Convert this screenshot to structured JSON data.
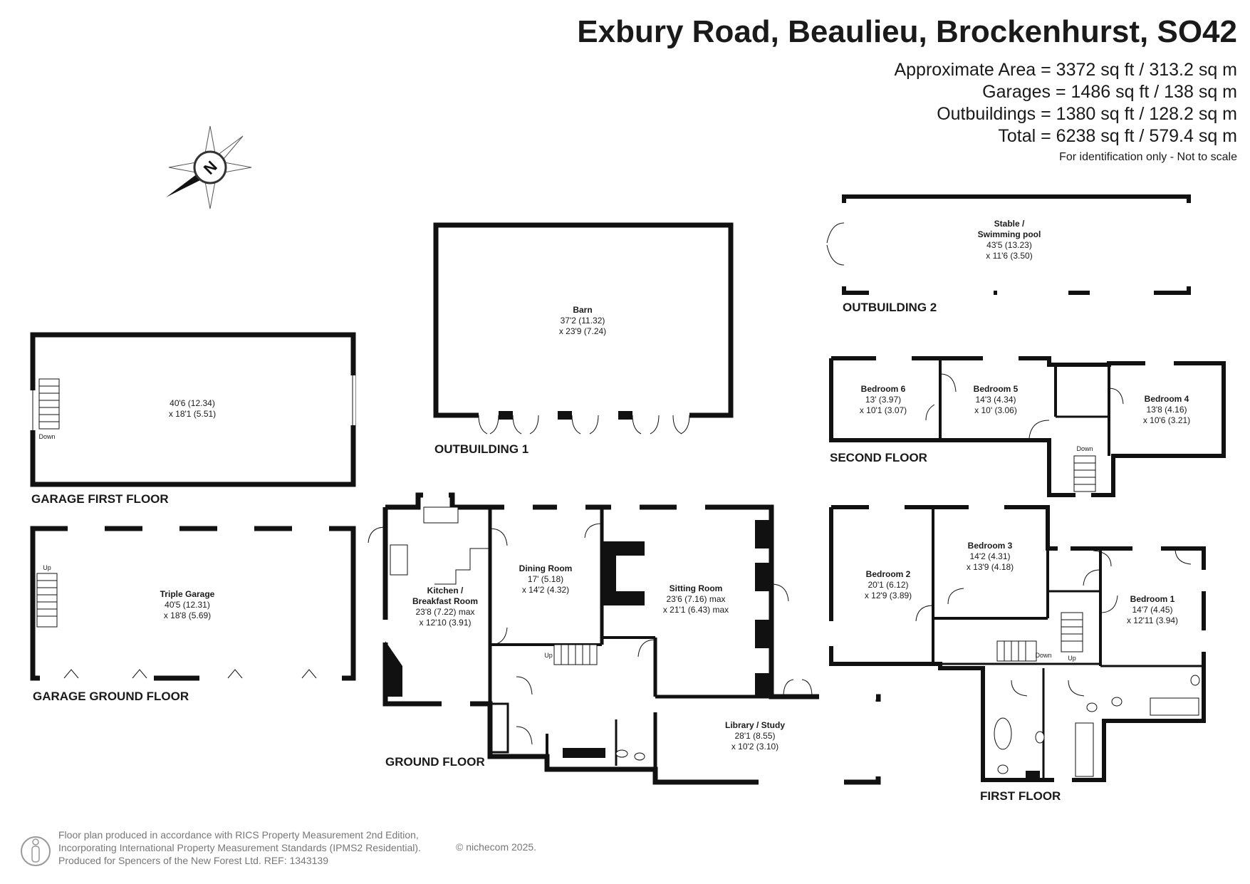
{
  "header": {
    "title": "Exbury Road, Beaulieu, Brockenhurst, SO42",
    "area_lines": [
      "Approximate Area = 3372 sq ft / 313.2 sq m",
      "Garages = 1486 sq ft / 138 sq m",
      "Outbuildings = 1380 sq ft / 128.2 sq m",
      "Total = 6238 sq ft / 579.4 sq m"
    ],
    "note": "For identification only - Not to scale"
  },
  "compass": {
    "letter": "N",
    "icon": "compass-rose-icon"
  },
  "floors": {
    "garage_first": {
      "label": "GARAGE FIRST FLOOR",
      "rooms": [
        {
          "name": "",
          "dim1": "40'6 (12.34)",
          "dim2": "x 18'1 (5.51)"
        }
      ],
      "stair_label": "Down"
    },
    "garage_ground": {
      "label": "GARAGE GROUND FLOOR",
      "rooms": [
        {
          "name": "Triple Garage",
          "dim1": "40'5 (12.31)",
          "dim2": "x 18'8 (5.69)"
        }
      ],
      "stair_label": "Up"
    },
    "outbuilding1": {
      "label": "OUTBUILDING 1",
      "rooms": [
        {
          "name": "Barn",
          "dim1": "37'2 (11.32)",
          "dim2": "x 23'9 (7.24)"
        }
      ]
    },
    "outbuilding2": {
      "label": "OUTBUILDING 2",
      "rooms": [
        {
          "name": "Stable /",
          "name2": "Swimming pool",
          "dim1": "43'5 (13.23)",
          "dim2": "x 11'6 (3.50)"
        }
      ]
    },
    "second": {
      "label": "SECOND FLOOR",
      "rooms": [
        {
          "name": "Bedroom 6",
          "dim1": "13' (3.97)",
          "dim2": "x 10'1 (3.07)"
        },
        {
          "name": "Bedroom 5",
          "dim1": "14'3 (4.34)",
          "dim2": "x 10' (3.06)"
        },
        {
          "name": "Bedroom 4",
          "dim1": "13'8 (4.16)",
          "dim2": "x 10'6 (3.21)"
        }
      ],
      "stair_label": "Down"
    },
    "ground": {
      "label": "GROUND FLOOR",
      "rooms": [
        {
          "name": "Kitchen /",
          "name2": "Breakfast Room",
          "dim1": "23'8 (7.22) max",
          "dim2": "x 12'10 (3.91)"
        },
        {
          "name": "Dining Room",
          "dim1": "17' (5.18)",
          "dim2": "x 14'2 (4.32)"
        },
        {
          "name": "Sitting Room",
          "dim1": "23'6 (7.16) max",
          "dim2": "x 21'1 (6.43) max"
        },
        {
          "name": "Library / Study",
          "dim1": "28'1 (8.55)",
          "dim2": "x 10'2 (3.10)"
        }
      ],
      "stair_label": "Up"
    },
    "first": {
      "label": "FIRST FLOOR",
      "rooms": [
        {
          "name": "Bedroom 2",
          "dim1": "20'1 (6.12)",
          "dim2": "x 12'9 (3.89)"
        },
        {
          "name": "Bedroom 3",
          "dim1": "14'2 (4.31)",
          "dim2": "x 13'9 (4.18)"
        },
        {
          "name": "Bedroom 1",
          "dim1": "14'7 (4.45)",
          "dim2": "x 12'11 (3.94)"
        }
      ],
      "stair_down": "Down",
      "stair_up": "Up"
    }
  },
  "footer": {
    "lines": [
      "Floor plan produced in accordance with RICS Property Measurement 2nd Edition,",
      "Incorporating International Property Measurement Standards (IPMS2 Residential).",
      "Produced for Spencers of the New Forest Ltd.   REF:  1343139"
    ],
    "copyright": "© nichecom 2025."
  },
  "colors": {
    "wall": "#111111",
    "window": "#ffffff",
    "text": "#1a1a1a",
    "footer": "#777777"
  }
}
